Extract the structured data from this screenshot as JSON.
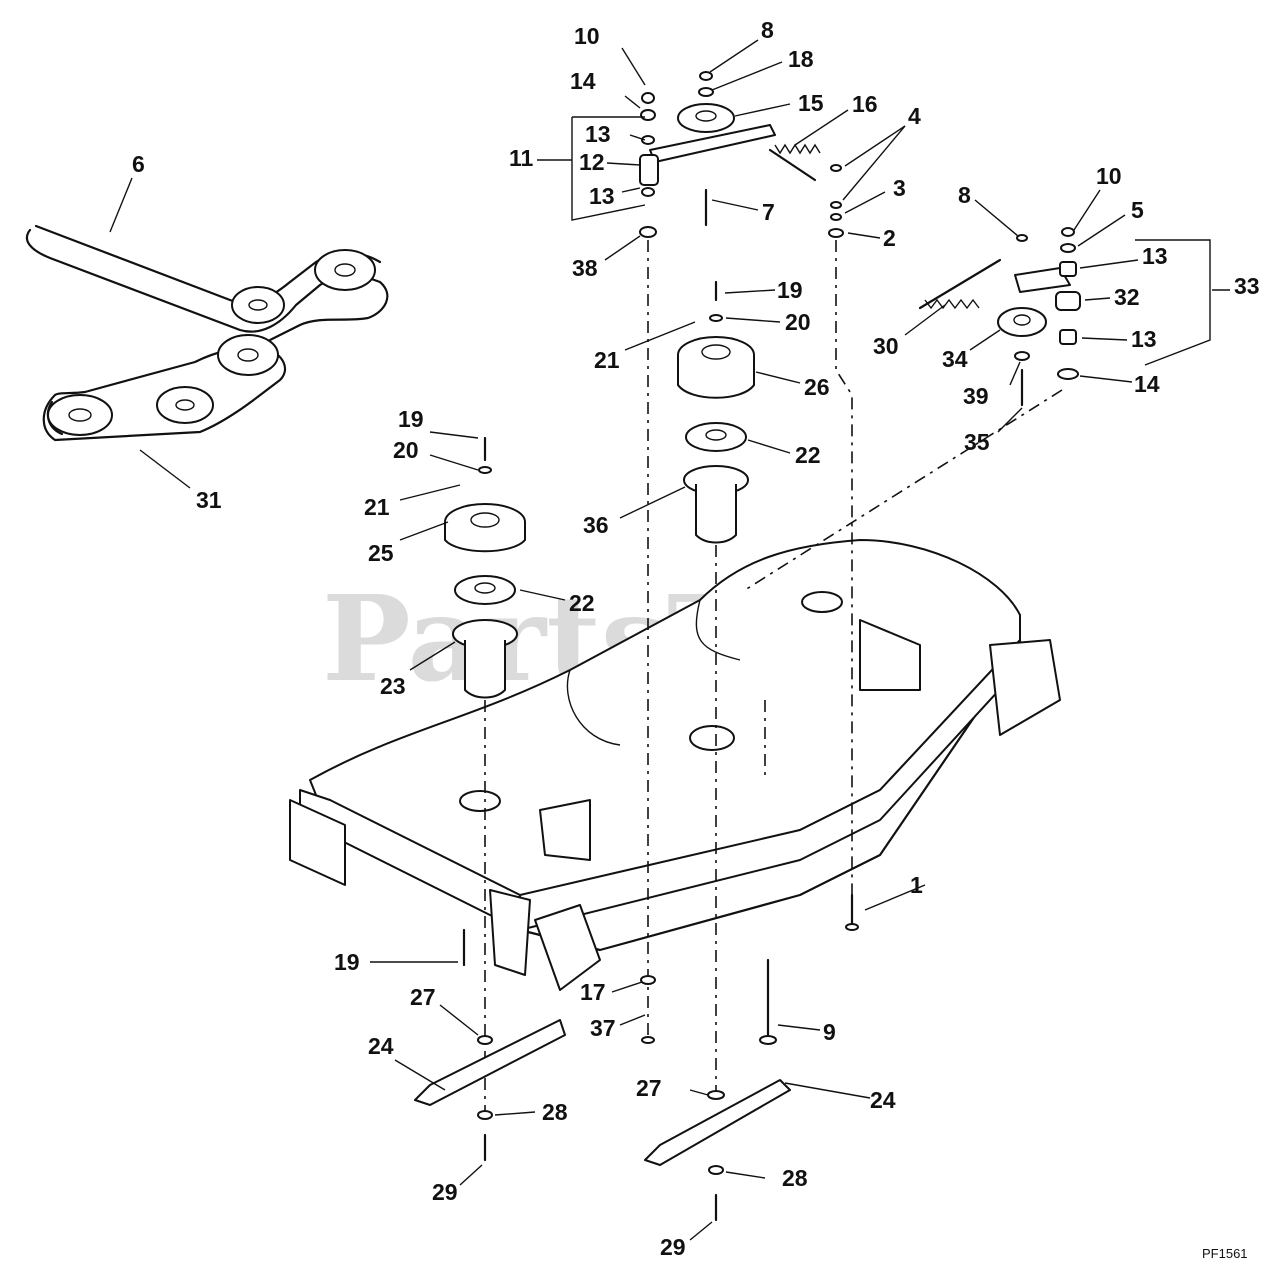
{
  "diagram": {
    "watermark": "PartsTree",
    "watermark_mark": "™",
    "figure_code": "PF1561",
    "callouts": [
      "10",
      "8",
      "18",
      "14",
      "15",
      "16",
      "4",
      "13",
      "11",
      "12",
      "13",
      "7",
      "3",
      "2",
      "38",
      "6",
      "8",
      "10",
      "5",
      "13",
      "33",
      "32",
      "30",
      "34",
      "13",
      "14",
      "39",
      "35",
      "19",
      "20",
      "21",
      "26",
      "22",
      "36",
      "19",
      "20",
      "21",
      "25",
      "22",
      "23",
      "31",
      "1",
      "19",
      "17",
      "37",
      "27",
      "24",
      "9",
      "28",
      "27",
      "24",
      "29",
      "28",
      "29"
    ]
  }
}
